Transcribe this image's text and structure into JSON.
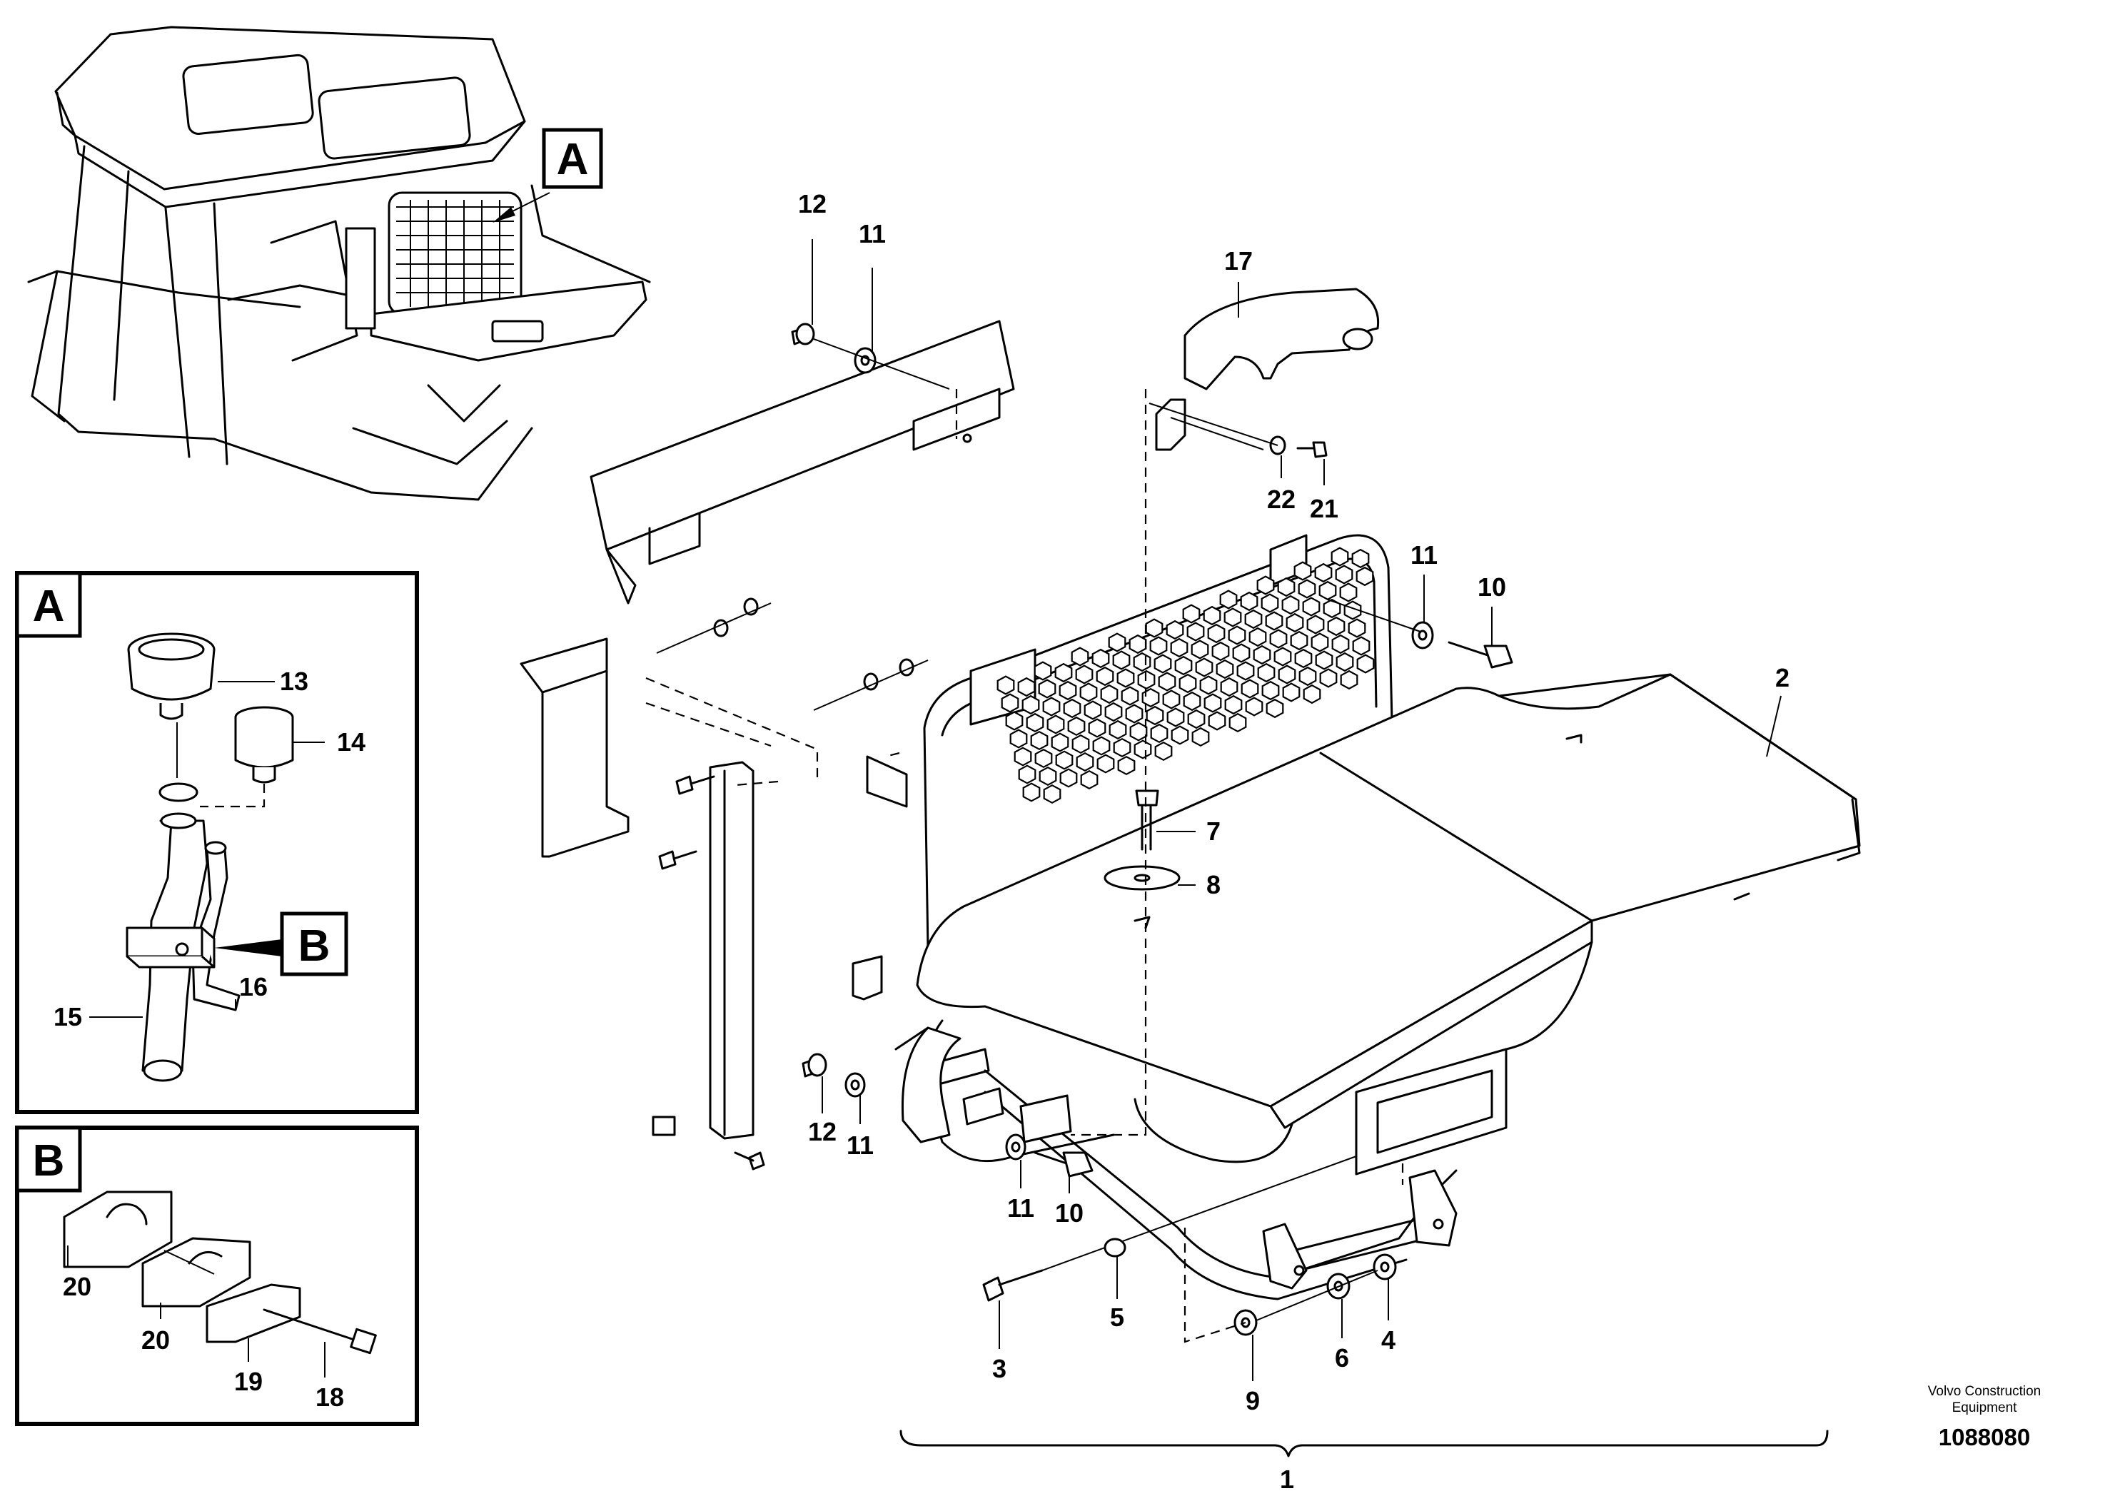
{
  "labels": {
    "assembly": "1",
    "cover": "2",
    "bolt3": "3",
    "washer4": "4",
    "washer5": "5",
    "washer6": "6",
    "bolt7": "7",
    "washer8": "8",
    "washer9": "9",
    "bolt10_top": "10",
    "bolt10_bottom": "10",
    "washer11_top": "11",
    "washer11_right": "11",
    "washer11_lower": "11",
    "washer11_bottom": "11",
    "nut12_top": "12",
    "nut12_lower": "12",
    "cap13": "13",
    "bushing14": "14",
    "pipe15": "15",
    "hose16": "16",
    "cover17": "17",
    "bolt18": "18",
    "plate19": "19",
    "clamp20_upper": "20",
    "clamp20_lower": "20",
    "screw21": "21",
    "washer22": "22"
  },
  "detail_boxes": {
    "a_overview": "A",
    "a_box": "A",
    "a_ref": "B",
    "b_box": "B"
  },
  "footer": {
    "company_line1": "Volvo Construction",
    "company_line2": "Equipment",
    "drawing_number": "1088080"
  }
}
